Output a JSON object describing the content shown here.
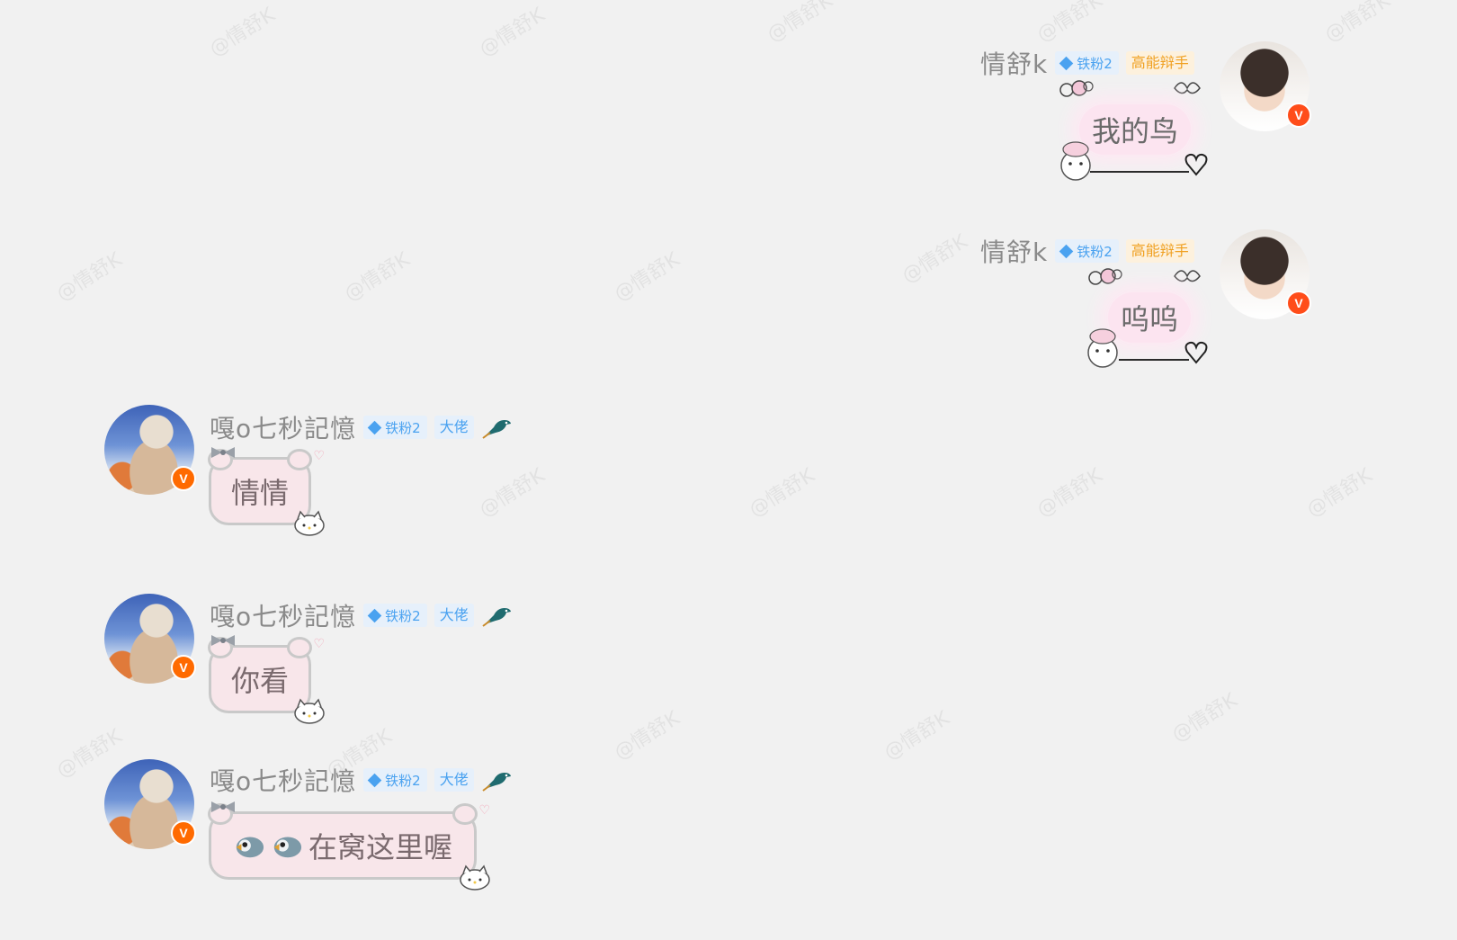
{
  "watermark": "@情舒K",
  "colors": {
    "background": "#f1f1f1",
    "name_gray": "#8a8a8a",
    "fan_badge_blue": "#4aa2f0",
    "gao_badge_orange": "#f0a020",
    "v_badge_orange": "#ff6a00",
    "bubble_pink": "#f8e6ea"
  },
  "messages": [
    {
      "side": "right",
      "username": "情舒k",
      "fan_badge": "铁粉2",
      "title_badge": "高能辩手",
      "text": "我的鸟",
      "avatar": "avatar-boy",
      "verified_icon": "v-badge-icon"
    },
    {
      "side": "right",
      "username": "情舒k",
      "fan_badge": "铁粉2",
      "title_badge": "高能辩手",
      "text": "呜呜",
      "avatar": "avatar-boy",
      "verified_icon": "v-badge-icon"
    },
    {
      "side": "left",
      "username": "嘎o七秒記憶",
      "fan_badge": "铁粉2",
      "title_badge": "大佬",
      "extra_icon": "bird-icon",
      "text": "情情",
      "avatar": "avatar-girl",
      "verified_icon": "v-badge-icon"
    },
    {
      "side": "left",
      "username": "嘎o七秒記憶",
      "fan_badge": "铁粉2",
      "title_badge": "大佬",
      "extra_icon": "bird-icon",
      "text": "你看",
      "avatar": "avatar-girl",
      "verified_icon": "v-badge-icon"
    },
    {
      "side": "left",
      "username": "嘎o七秒記憶",
      "fan_badge": "铁粉2",
      "title_badge": "大佬",
      "extra_icon": "bird-icon",
      "emoji_prefix": [
        "bird-emoji-icon",
        "bird-emoji-icon"
      ],
      "text": "在窝这里喔",
      "avatar": "avatar-girl",
      "verified_icon": "v-badge-icon"
    }
  ],
  "v_badge_letter": "V"
}
